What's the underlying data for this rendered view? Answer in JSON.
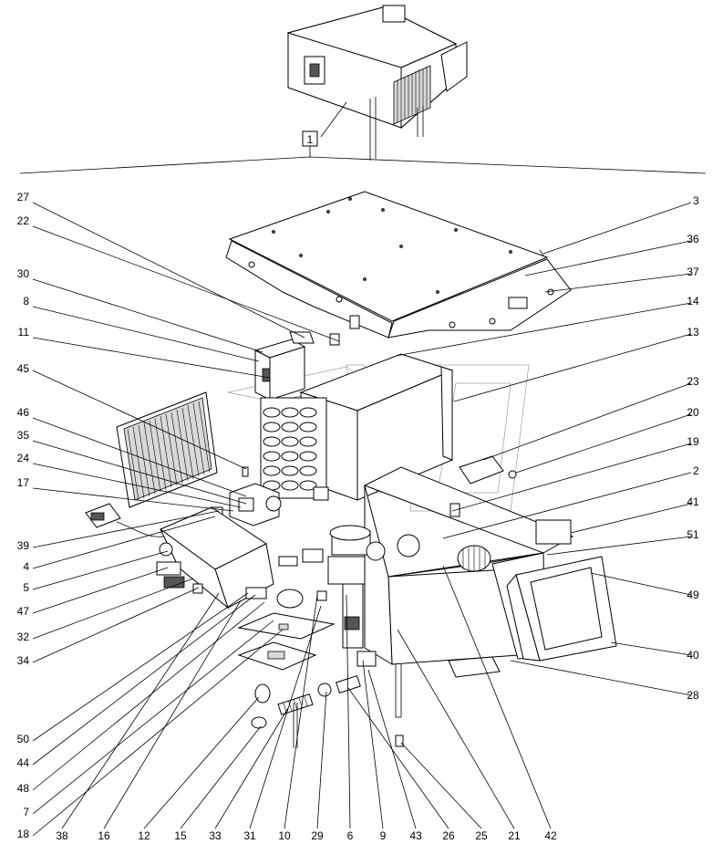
{
  "assembly_ref": "1",
  "callouts": [
    {
      "id": "c27",
      "label": "27"
    },
    {
      "id": "c22",
      "label": "22"
    },
    {
      "id": "c30",
      "label": "30"
    },
    {
      "id": "c8",
      "label": "8"
    },
    {
      "id": "c11",
      "label": "11"
    },
    {
      "id": "c45",
      "label": "45"
    },
    {
      "id": "c46",
      "label": "46"
    },
    {
      "id": "c35",
      "label": "35"
    },
    {
      "id": "c24",
      "label": "24"
    },
    {
      "id": "c17",
      "label": "17"
    },
    {
      "id": "c39",
      "label": "39"
    },
    {
      "id": "c4",
      "label": "4"
    },
    {
      "id": "c5",
      "label": "5"
    },
    {
      "id": "c47",
      "label": "47"
    },
    {
      "id": "c32",
      "label": "32"
    },
    {
      "id": "c34",
      "label": "34"
    },
    {
      "id": "c50",
      "label": "50"
    },
    {
      "id": "c44",
      "label": "44"
    },
    {
      "id": "c48",
      "label": "48"
    },
    {
      "id": "c7",
      "label": "7"
    },
    {
      "id": "c18",
      "label": "18"
    },
    {
      "id": "c3",
      "label": "3"
    },
    {
      "id": "c36",
      "label": "36"
    },
    {
      "id": "c37",
      "label": "37"
    },
    {
      "id": "c14",
      "label": "14"
    },
    {
      "id": "c13",
      "label": "13"
    },
    {
      "id": "c23",
      "label": "23"
    },
    {
      "id": "c20",
      "label": "20"
    },
    {
      "id": "c19",
      "label": "19"
    },
    {
      "id": "c2",
      "label": "2"
    },
    {
      "id": "c41",
      "label": "41"
    },
    {
      "id": "c51",
      "label": "51"
    },
    {
      "id": "c49",
      "label": "49"
    },
    {
      "id": "c40",
      "label": "40"
    },
    {
      "id": "c28",
      "label": "28"
    },
    {
      "id": "c38",
      "label": "38"
    },
    {
      "id": "c16",
      "label": "16"
    },
    {
      "id": "c12",
      "label": "12"
    },
    {
      "id": "c15",
      "label": "15"
    },
    {
      "id": "c33",
      "label": "33"
    },
    {
      "id": "c31",
      "label": "31"
    },
    {
      "id": "c10",
      "label": "10"
    },
    {
      "id": "c29",
      "label": "29"
    },
    {
      "id": "c6",
      "label": "6"
    },
    {
      "id": "c9",
      "label": "9"
    },
    {
      "id": "c43",
      "label": "43"
    },
    {
      "id": "c26",
      "label": "26"
    },
    {
      "id": "c25",
      "label": "25"
    },
    {
      "id": "c21",
      "label": "21"
    },
    {
      "id": "c42",
      "label": "42"
    }
  ]
}
